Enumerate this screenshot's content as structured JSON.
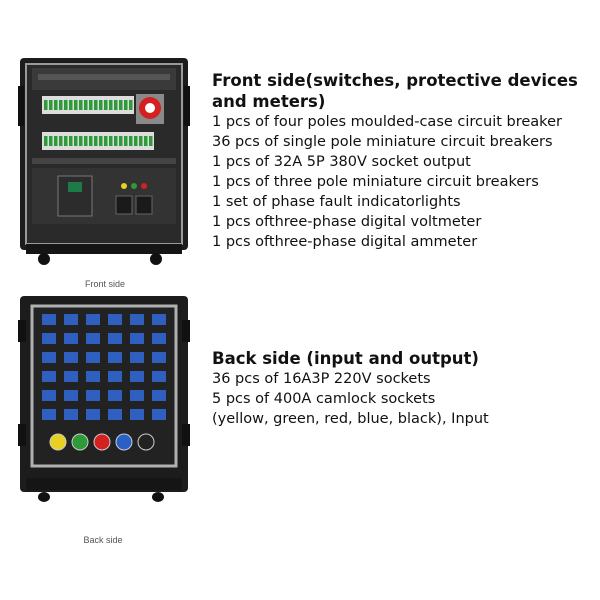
{
  "front": {
    "caption": "Front side",
    "heading": "Front side(switches, protective devices and meters)",
    "lines": [
      "1 pcs of four poles moulded-case circuit breaker",
      "36 pcs of single pole miniature circuit breakers",
      "1 pcs of 32A 5P 380V socket output",
      "1 pcs of three pole miniature circuit breakers",
      "1 set of phase fault indicatorlights",
      "1 pcs ofthree-phase digital voltmeter",
      "1 pcs ofthree-phase digital ammeter"
    ]
  },
  "back": {
    "caption": "Back side",
    "heading": "Back side (input and output)",
    "lines": [
      "36 pcs of 16A3P 220V sockets",
      "5 pcs of 400A camlock sockets",
      "(yellow, green, red, blue, black), Input"
    ]
  },
  "colors": {
    "socket_red": "#d42020",
    "camlock_yellow": "#e8d020",
    "camlock_green": "#2f9a3a",
    "camlock_red": "#d42020",
    "camlock_blue": "#2a5fc8",
    "camlock_black": "#222222",
    "socket_blue": "#2f5fbf"
  }
}
